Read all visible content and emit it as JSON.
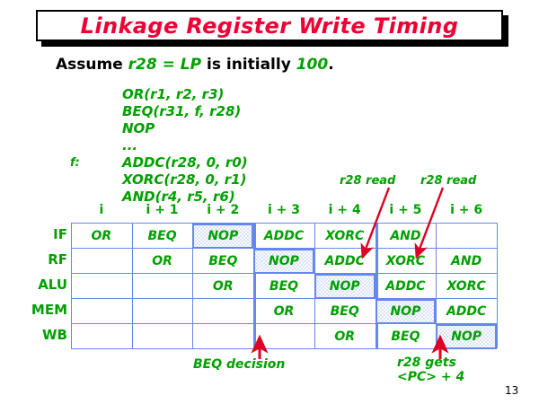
{
  "slide": {
    "title": "Linkage Register Write Timing",
    "page_number": "13",
    "title_color": "#ee0033",
    "code_color": "#00a000",
    "grid_color": "#6688ee",
    "arrow_color": "#dd0022"
  },
  "assume": {
    "prefix": "Assume ",
    "expr": "r28 = LP",
    "middle": "  is initially ",
    "value": "100",
    "suffix": "."
  },
  "code": {
    "lines": [
      {
        "label": "",
        "text": "OR(r1, r2, r3)"
      },
      {
        "label": "",
        "text": "BEQ(r31, f,  r28)"
      },
      {
        "label": "",
        "text": "NOP"
      },
      {
        "label": "",
        "text": "..."
      },
      {
        "label": "f:",
        "text": "ADDC(r28, 0, r0)"
      },
      {
        "label": "",
        "text": "XORC(r28, 0, r1)"
      },
      {
        "label": "",
        "text": "AND(r4, r5, r6)"
      }
    ]
  },
  "annotations": {
    "read_note_1": "r28 read",
    "read_note_2": "r28 read",
    "beq_decision": "BEQ decision",
    "r28_gets_line1": "r28 gets",
    "r28_gets_line2": "<PC> + 4"
  },
  "table": {
    "columns": [
      "i",
      "i + 1",
      "i + 2",
      "i + 3",
      "i + 4",
      "i + 5",
      "i + 6"
    ],
    "rows": [
      "IF",
      "RF",
      "ALU",
      "MEM",
      "WB"
    ],
    "cells": [
      [
        "OR",
        "BEQ",
        "NOP",
        "ADDC",
        "XORC",
        "AND",
        ""
      ],
      [
        "",
        "OR",
        "BEQ",
        "NOP",
        "ADDC",
        "XORC",
        "AND"
      ],
      [
        "",
        "",
        "OR",
        "BEQ",
        "NOP",
        "ADDC",
        "XORC"
      ],
      [
        "",
        "",
        "",
        "OR",
        "BEQ",
        "NOP",
        "ADDC"
      ],
      [
        "",
        "",
        "",
        "",
        "OR",
        "BEQ",
        "NOP"
      ]
    ],
    "shaded_cells": [
      {
        "row": 0,
        "col": 2
      },
      {
        "row": 1,
        "col": 3
      },
      {
        "row": 2,
        "col": 4
      },
      {
        "row": 3,
        "col": 5
      },
      {
        "row": 4,
        "col": 6
      }
    ]
  }
}
